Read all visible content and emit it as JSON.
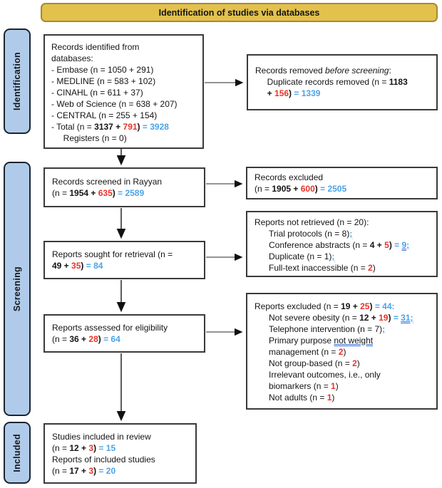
{
  "header": {
    "title": "Identification of studies via databases"
  },
  "colors": {
    "header_bg": "#e3c14d",
    "header_border": "#a6892f",
    "stage_bg": "#b0cbea",
    "stage_border": "#1c2430",
    "box_border": "#3a3a3a",
    "red": "#e8332a",
    "blue": "#4aa3e8",
    "ins": "#3a6fd8"
  },
  "stages": [
    {
      "label": "Identification"
    },
    {
      "label": "Screening"
    },
    {
      "label": "Included"
    }
  ],
  "boxes": {
    "records_identified": {
      "lines": [
        [
          [
            "n",
            "Records identified from"
          ]
        ],
        [
          [
            "n",
            "databases:"
          ]
        ],
        [
          [
            "n",
            "- Embase (n = 1050 + 291)"
          ]
        ],
        [
          [
            "n",
            "- MEDLINE (n = 583 + 102)"
          ]
        ],
        [
          [
            "n",
            "- CINAHL (n = 611 + 37)"
          ]
        ],
        [
          [
            "n",
            "- Web of Science (n = 638 + 207)"
          ]
        ],
        [
          [
            "n",
            "- CENTRAL (n = 255 + 154)"
          ]
        ],
        [
          [
            "n",
            "- Total (n = "
          ],
          [
            "b",
            "3137 + "
          ],
          [
            "r",
            "791"
          ],
          [
            "b",
            ")"
          ],
          [
            "n",
            " "
          ],
          [
            "u",
            "= 3928"
          ]
        ],
        [
          [
            "n",
            "     Registers (n = 0)"
          ]
        ]
      ]
    },
    "records_removed": {
      "lines": [
        [
          [
            "n",
            "Records removed "
          ],
          [
            "i",
            "before screening"
          ],
          [
            "n",
            ":"
          ]
        ],
        [
          [
            "n",
            "     Duplicate records removed (n = "
          ],
          [
            "b",
            "1183"
          ]
        ],
        [
          [
            "n",
            "     "
          ],
          [
            "b",
            "+ "
          ],
          [
            "r",
            "156"
          ],
          [
            "b",
            ")"
          ],
          [
            "n",
            " "
          ],
          [
            "u",
            "= 1339"
          ]
        ]
      ]
    },
    "records_screened": {
      "lines": [
        [
          [
            "n",
            "Records screened in Rayyan"
          ]
        ],
        [
          [
            "n",
            "(n = "
          ],
          [
            "b",
            "1954 + "
          ],
          [
            "r",
            "635"
          ],
          [
            "b",
            ")"
          ],
          [
            "n",
            " "
          ],
          [
            "u",
            "= 2589"
          ]
        ]
      ]
    },
    "records_excluded": {
      "lines": [
        [
          [
            "n",
            "Records excluded"
          ]
        ],
        [
          [
            "n",
            "(n = "
          ],
          [
            "b",
            "1905 + "
          ],
          [
            "r",
            "600"
          ],
          [
            "b",
            ")"
          ],
          [
            "n",
            " "
          ],
          [
            "u",
            "= 2505"
          ]
        ]
      ]
    },
    "reports_sought": {
      "lines": [
        [
          [
            "n",
            "Reports sought for retrieval (n ="
          ]
        ],
        [
          [
            "b",
            "49 + "
          ],
          [
            "r",
            "35"
          ],
          [
            "b",
            ")"
          ],
          [
            "n",
            " "
          ],
          [
            "u",
            "= 84"
          ]
        ]
      ]
    },
    "reports_not_retrieved": {
      "lines": [
        [
          [
            "n",
            "Reports not retrieved (n = 20):"
          ]
        ],
        [
          [
            "n",
            "      Trial protocols (n = 8)"
          ],
          [
            "ul",
            ";"
          ]
        ],
        [
          [
            "n",
            "      Conference abstracts (n = "
          ],
          [
            "b",
            "4 + "
          ],
          [
            "r",
            "5"
          ],
          [
            "b",
            ")"
          ],
          [
            "n",
            " "
          ],
          [
            "u",
            "= "
          ],
          [
            "ul",
            "9;"
          ]
        ],
        [
          [
            "n",
            "      Duplicate (n = 1)"
          ],
          [
            "ul",
            ";"
          ]
        ],
        [
          [
            "n",
            "      Full-text inaccessible (n = "
          ],
          [
            "r",
            "2"
          ],
          [
            "n",
            ")"
          ]
        ]
      ]
    },
    "reports_assessed": {
      "lines": [
        [
          [
            "n",
            "Reports assessed for eligibility"
          ]
        ],
        [
          [
            "n",
            "(n = "
          ],
          [
            "b",
            "36 + "
          ],
          [
            "r",
            "28"
          ],
          [
            "b",
            ")"
          ],
          [
            "n",
            " "
          ],
          [
            "u",
            "= 64"
          ]
        ]
      ]
    },
    "reports_excluded": {
      "lines": [
        [
          [
            "n",
            "Reports excluded (n = "
          ],
          [
            "b",
            "19 + "
          ],
          [
            "r",
            "25"
          ],
          [
            "b",
            ")"
          ],
          [
            "n",
            " "
          ],
          [
            "u",
            "= 44:"
          ]
        ],
        [
          [
            "n",
            "      Not severe obesity (n = "
          ],
          [
            "b",
            "12 + "
          ],
          [
            "r",
            "19"
          ],
          [
            "b",
            ")"
          ],
          [
            "n",
            " "
          ],
          [
            "u",
            "= "
          ],
          [
            "ul",
            "31;"
          ]
        ],
        [
          [
            "n",
            "      Telephone intervention (n = 7)"
          ],
          [
            "ul",
            ";"
          ]
        ],
        [
          [
            "n",
            "      Primary purpose "
          ],
          [
            "bu",
            "not weight"
          ]
        ],
        [
          [
            "n",
            "      management (n = "
          ],
          [
            "r",
            "2"
          ],
          [
            "n",
            ")"
          ]
        ],
        [
          [
            "n",
            "      Not group-based (n = "
          ],
          [
            "r",
            "2"
          ],
          [
            "n",
            ")"
          ]
        ],
        [
          [
            "n",
            "      Irrelevant outcomes, i.e., only"
          ]
        ],
        [
          [
            "n",
            "      biomarkers (n = "
          ],
          [
            "r",
            "1"
          ],
          [
            "n",
            ")"
          ]
        ],
        [
          [
            "n",
            "      Not adults (n = "
          ],
          [
            "r",
            "1"
          ],
          [
            "n",
            ")"
          ]
        ]
      ]
    },
    "studies_included": {
      "lines": [
        [
          [
            "n",
            "Studies included in review"
          ]
        ],
        [
          [
            "n",
            "(n = "
          ],
          [
            "b",
            "12 + "
          ],
          [
            "r",
            "3"
          ],
          [
            "b",
            ")"
          ],
          [
            "n",
            " "
          ],
          [
            "u",
            "= 15"
          ]
        ],
        [
          [
            "n",
            "Reports of included studies"
          ]
        ],
        [
          [
            "n",
            "(n = "
          ],
          [
            "b",
            "17 + "
          ],
          [
            "r",
            "3"
          ],
          [
            "b",
            ")"
          ],
          [
            "n",
            " "
          ],
          [
            "u",
            "= 20"
          ]
        ]
      ]
    }
  }
}
